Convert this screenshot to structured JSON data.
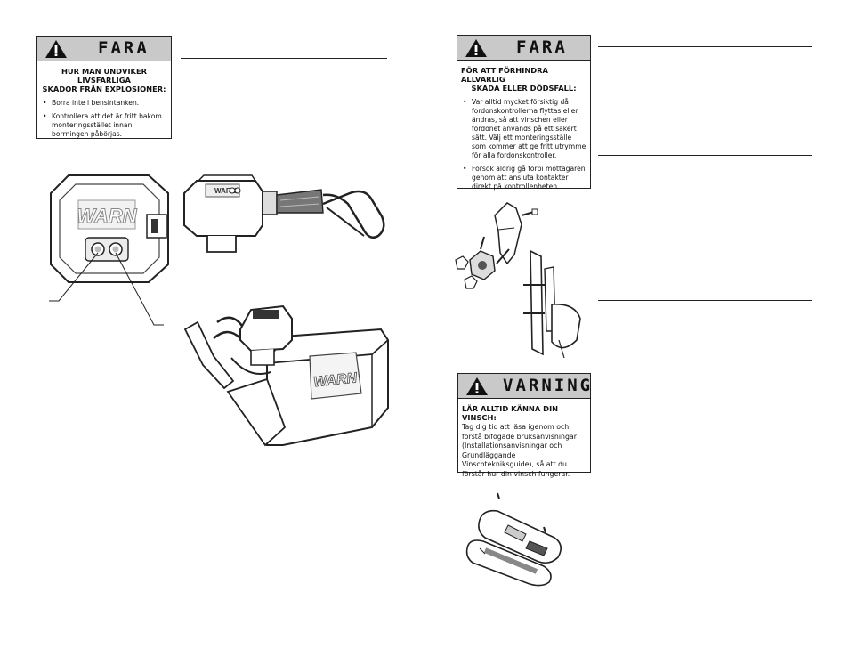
{
  "left": {
    "danger": {
      "heading": "FARA",
      "subtitle_line1": "HUR MAN UNDVIKER LIVSFARLIGA",
      "subtitle_line2": "SKADOR FRÅN EXPLOSIONER:",
      "bullets": [
        "Borra inte i bensintanken.",
        "Kontrollera att det är fritt bakom monteringsstället innan borrningen påbörjas."
      ]
    },
    "illustration_top": {
      "brand": "WARN"
    },
    "illustration_bottom": {
      "brand": "WARN"
    }
  },
  "right": {
    "danger": {
      "heading": "FARA",
      "subtitle_line1": "FÖR ATT FÖRHINDRA ALLVARLIG",
      "subtitle_line2": "SKADA ELLER DÖDSFALL:",
      "bullets": [
        "Var alltid mycket försiktig då fordonskontrollerna flyttas eller ändras, så att vinschen eller fordonet används på ett säkert sätt. Välj ett monteringsställe som kommer att ge fritt utrymme för alla fordonskontroller.",
        "Försök aldrig gå förbi mottagaren genom att ansluta kontakter direkt på kontrollenheten."
      ]
    },
    "warning": {
      "heading": "VARNING",
      "subtitle": "LÄR ALLTID KÄNNA DIN VINSCH:",
      "body": "Tag dig tid att läsa igenom och förstå bifogade bruksanvisningar (Installationsanvisningar och Grundläggande Vinschtekniksguide), så att du förstår hur din vinsch fungerar."
    }
  },
  "colors": {
    "header_fill": "#c9c9c9",
    "line": "#222222"
  },
  "icons": [
    "warning-triangle-icon"
  ]
}
